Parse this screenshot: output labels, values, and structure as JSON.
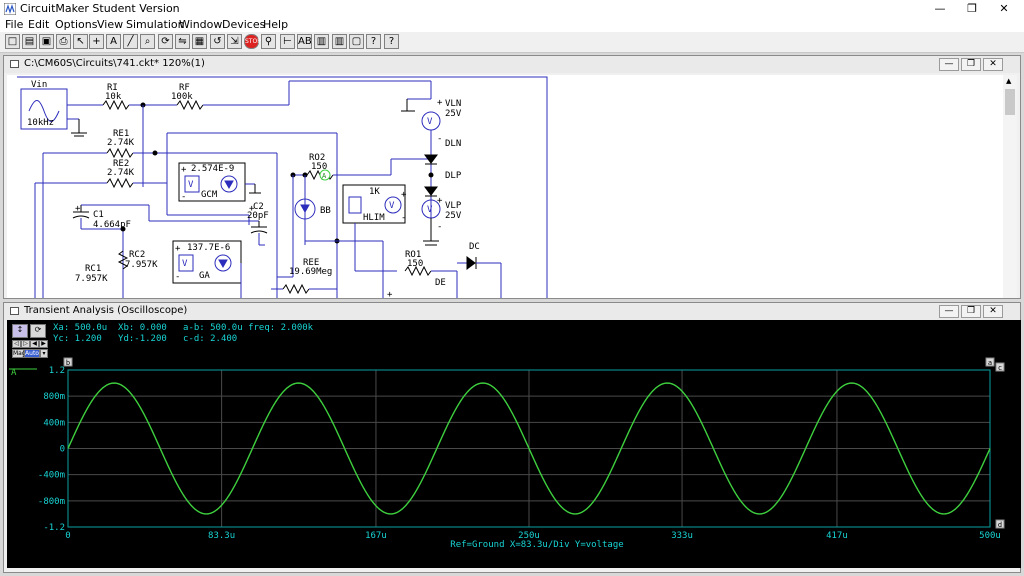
{
  "app": {
    "title": "CircuitMaker Student Version",
    "controls": {
      "minimize": "—",
      "maximize": "❐",
      "close": "✕"
    }
  },
  "menu": [
    "File",
    "Edit",
    "Options",
    "View",
    "Simulation",
    "Window",
    "Devices",
    "Help"
  ],
  "toolbar": {
    "buttons": [
      {
        "name": "new-icon",
        "glyph": "□"
      },
      {
        "name": "open-icon",
        "glyph": "▤"
      },
      {
        "name": "save-icon",
        "glyph": "▣"
      },
      {
        "name": "print-icon",
        "glyph": "⎙"
      },
      {
        "name": "arrow-tool-icon",
        "glyph": "↖"
      },
      {
        "name": "wire-tool-icon",
        "glyph": "+"
      },
      {
        "name": "text-tool-icon",
        "glyph": "A"
      },
      {
        "name": "probe-tool-icon",
        "glyph": "╱"
      },
      {
        "name": "zoom-tool-icon",
        "glyph": "⌕"
      },
      {
        "name": "rotate-icon",
        "glyph": "⟳"
      },
      {
        "name": "mirror-icon",
        "glyph": "⇋"
      },
      {
        "name": "digital-mode-icon",
        "glyph": "▦"
      },
      {
        "name": "reset-icon",
        "glyph": "↺"
      },
      {
        "name": "step-icon",
        "glyph": "⇲"
      },
      {
        "name": "stop-icon",
        "glyph": "STOP"
      },
      {
        "name": "probe-icon",
        "glyph": "⚲"
      },
      {
        "name": "trace-icon",
        "glyph": "⊢"
      },
      {
        "name": "analog-mode-icon",
        "glyph": "AB"
      },
      {
        "name": "grid-icon",
        "glyph": "▥"
      },
      {
        "name": "bus-icon",
        "glyph": "▥"
      },
      {
        "name": "layout-icon",
        "glyph": "▢"
      },
      {
        "name": "help-icon",
        "glyph": "?"
      },
      {
        "name": "help-topic-icon",
        "glyph": "?"
      }
    ]
  },
  "schematic_window": {
    "title": "C:\\CM60S\\Circuits\\741.ckt* 120%(1)",
    "labels": {
      "vin": "Vin",
      "vin_freq": "10kHz",
      "ri": "RI",
      "ri_val": "10k",
      "rf": "RF",
      "rf_val": "100k",
      "re1": "RE1",
      "re1_val": "2.74K",
      "re2": "RE2",
      "re2_val": "2.74K",
      "gcm_val": "2.574E-9",
      "gcm": "GCM",
      "c1": "C1",
      "c1_val": "4.664pF",
      "rc2": "RC2",
      "rc2_val": "7.957K",
      "rc1": "RC1",
      "rc1_val": "7.957K",
      "ga_val": "137.7E-6",
      "ga": "GA",
      "c2": "C2",
      "c2_val": "20pF",
      "ro2": "RO2",
      "ro2_val": "150",
      "probe_a": "A",
      "bb": "BB",
      "ree": "REE",
      "ree_val": "19.69Meg",
      "hlim_val": "1K",
      "hlim": "HLIM",
      "vln": "VLN",
      "vln_val": "25V",
      "dln": "DLN",
      "dlp": "DLP",
      "vlp": "VLP",
      "vlp_val": "25V",
      "ro1": "RO1",
      "ro1_val": "150",
      "dc": "DC",
      "de": "DE",
      "v": "V",
      "plus": "+",
      "minus": "-"
    }
  },
  "scope_window": {
    "title": "Transient Analysis (Oscilloscope)",
    "tool_labels": {
      "mag": "Mag",
      "auto": "Auto",
      "sel": "▾"
    },
    "readout_line1": "Xa: 500.0u  Xb: 0.000   a-b: 500.0u freq: 2.000k",
    "readout_line2": "Yc: 1.200   Yd:-1.200   c-d: 2.400",
    "trace_label": "A",
    "cursor_labels": {
      "a": "a",
      "b": "b",
      "c": "c",
      "d": "d"
    },
    "footer": "Ref=Ground  X=83.3u/Div Y=voltage",
    "colors": {
      "trace": "#3ecf3e",
      "grid": "#4a4a4a",
      "axis_text": "#19d3d3",
      "axis_line": "#0aa0a0"
    }
  },
  "chart_data": {
    "type": "line",
    "title": "",
    "xlabel": "X=83.3u/Div",
    "ylabel": "Y=voltage",
    "xlim": [
      0,
      0.0005
    ],
    "ylim": [
      -1.2,
      1.2
    ],
    "x_ticks": [
      {
        "value": 0,
        "label": "0"
      },
      {
        "value": 8.33e-05,
        "label": "83.3u"
      },
      {
        "value": 0.000167,
        "label": "167u"
      },
      {
        "value": 0.00025,
        "label": "250u"
      },
      {
        "value": 0.000333,
        "label": "333u"
      },
      {
        "value": 0.000417,
        "label": "417u"
      },
      {
        "value": 0.0005,
        "label": "500u"
      }
    ],
    "y_ticks": [
      {
        "value": 1.2,
        "label": "1.2"
      },
      {
        "value": 0.8,
        "label": "800m"
      },
      {
        "value": 0.4,
        "label": "400m"
      },
      {
        "value": 0,
        "label": "0"
      },
      {
        "value": -0.4,
        "label": "-400m"
      },
      {
        "value": -0.8,
        "label": "-800m"
      },
      {
        "value": -1.2,
        "label": "-1.2"
      }
    ],
    "grid": true,
    "series": [
      {
        "name": "A",
        "color": "#3ecf3e",
        "amplitude": 1.0,
        "frequency_hz": 10000,
        "offset": 0,
        "phase_deg": 0
      }
    ]
  }
}
